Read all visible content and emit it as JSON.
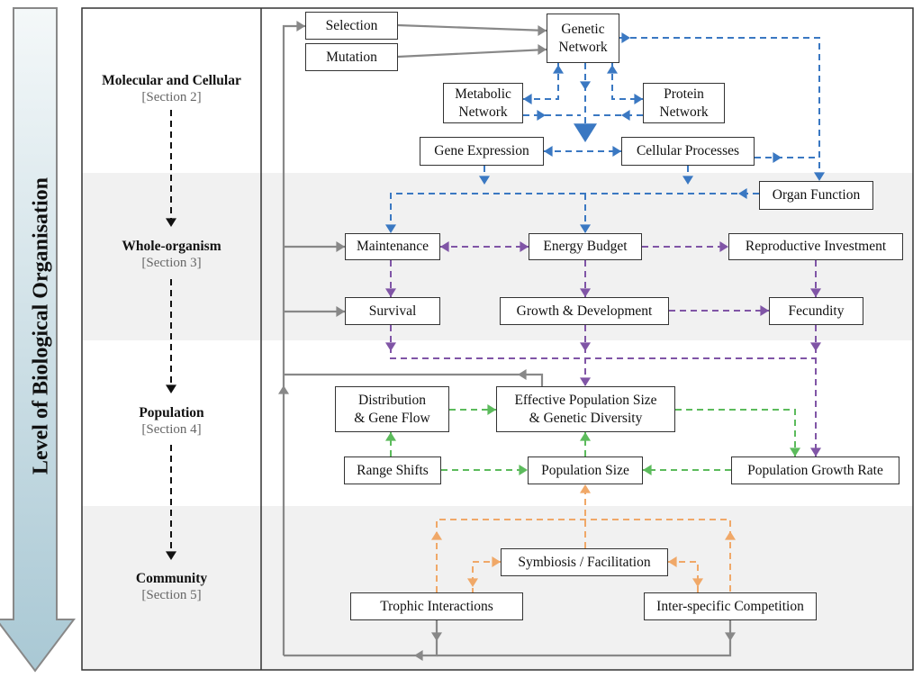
{
  "axis_title": "Level of Biological Organisation",
  "levels": [
    {
      "name": "Molecular and Cellular",
      "section": "[Section 2]"
    },
    {
      "name": "Whole-organism",
      "section": "[Section 3]"
    },
    {
      "name": "Population",
      "section": "[Section 4]"
    },
    {
      "name": "Community",
      "section": "[Section 5]"
    }
  ],
  "nodes": {
    "selection": "Selection",
    "mutation": "Mutation",
    "genetic_network": "Genetic\nNetwork",
    "metabolic_network": "Metabolic\nNetwork",
    "protein_network": "Protein\nNetwork",
    "gene_expression": "Gene Expression",
    "cellular_processes": "Cellular Processes",
    "organ_function": "Organ Function",
    "maintenance": "Maintenance",
    "energy_budget": "Energy Budget",
    "reproductive_investment": "Reproductive Investment",
    "survival": "Survival",
    "growth_development": "Growth & Development",
    "fecundity": "Fecundity",
    "distribution_gene_flow": "Distribution\n& Gene Flow",
    "effective_population_size": "Effective Population Size\n& Genetic Diversity",
    "range_shifts": "Range Shifts",
    "population_size": "Population Size",
    "population_growth_rate": "Population Growth Rate",
    "symbiosis_facilitation": "Symbiosis / Facilitation",
    "trophic_interactions": "Trophic Interactions",
    "interspecific_competition": "Inter-specific Competition"
  },
  "colors": {
    "molecular_links": "#3a78c2",
    "organism_links": "#8055a6",
    "population_links": "#5cbb5c",
    "community_links": "#f0a868",
    "feedback_links": "#888888",
    "band_shade": "#f1f1f1",
    "level_arrow": "#a9c8d4"
  }
}
